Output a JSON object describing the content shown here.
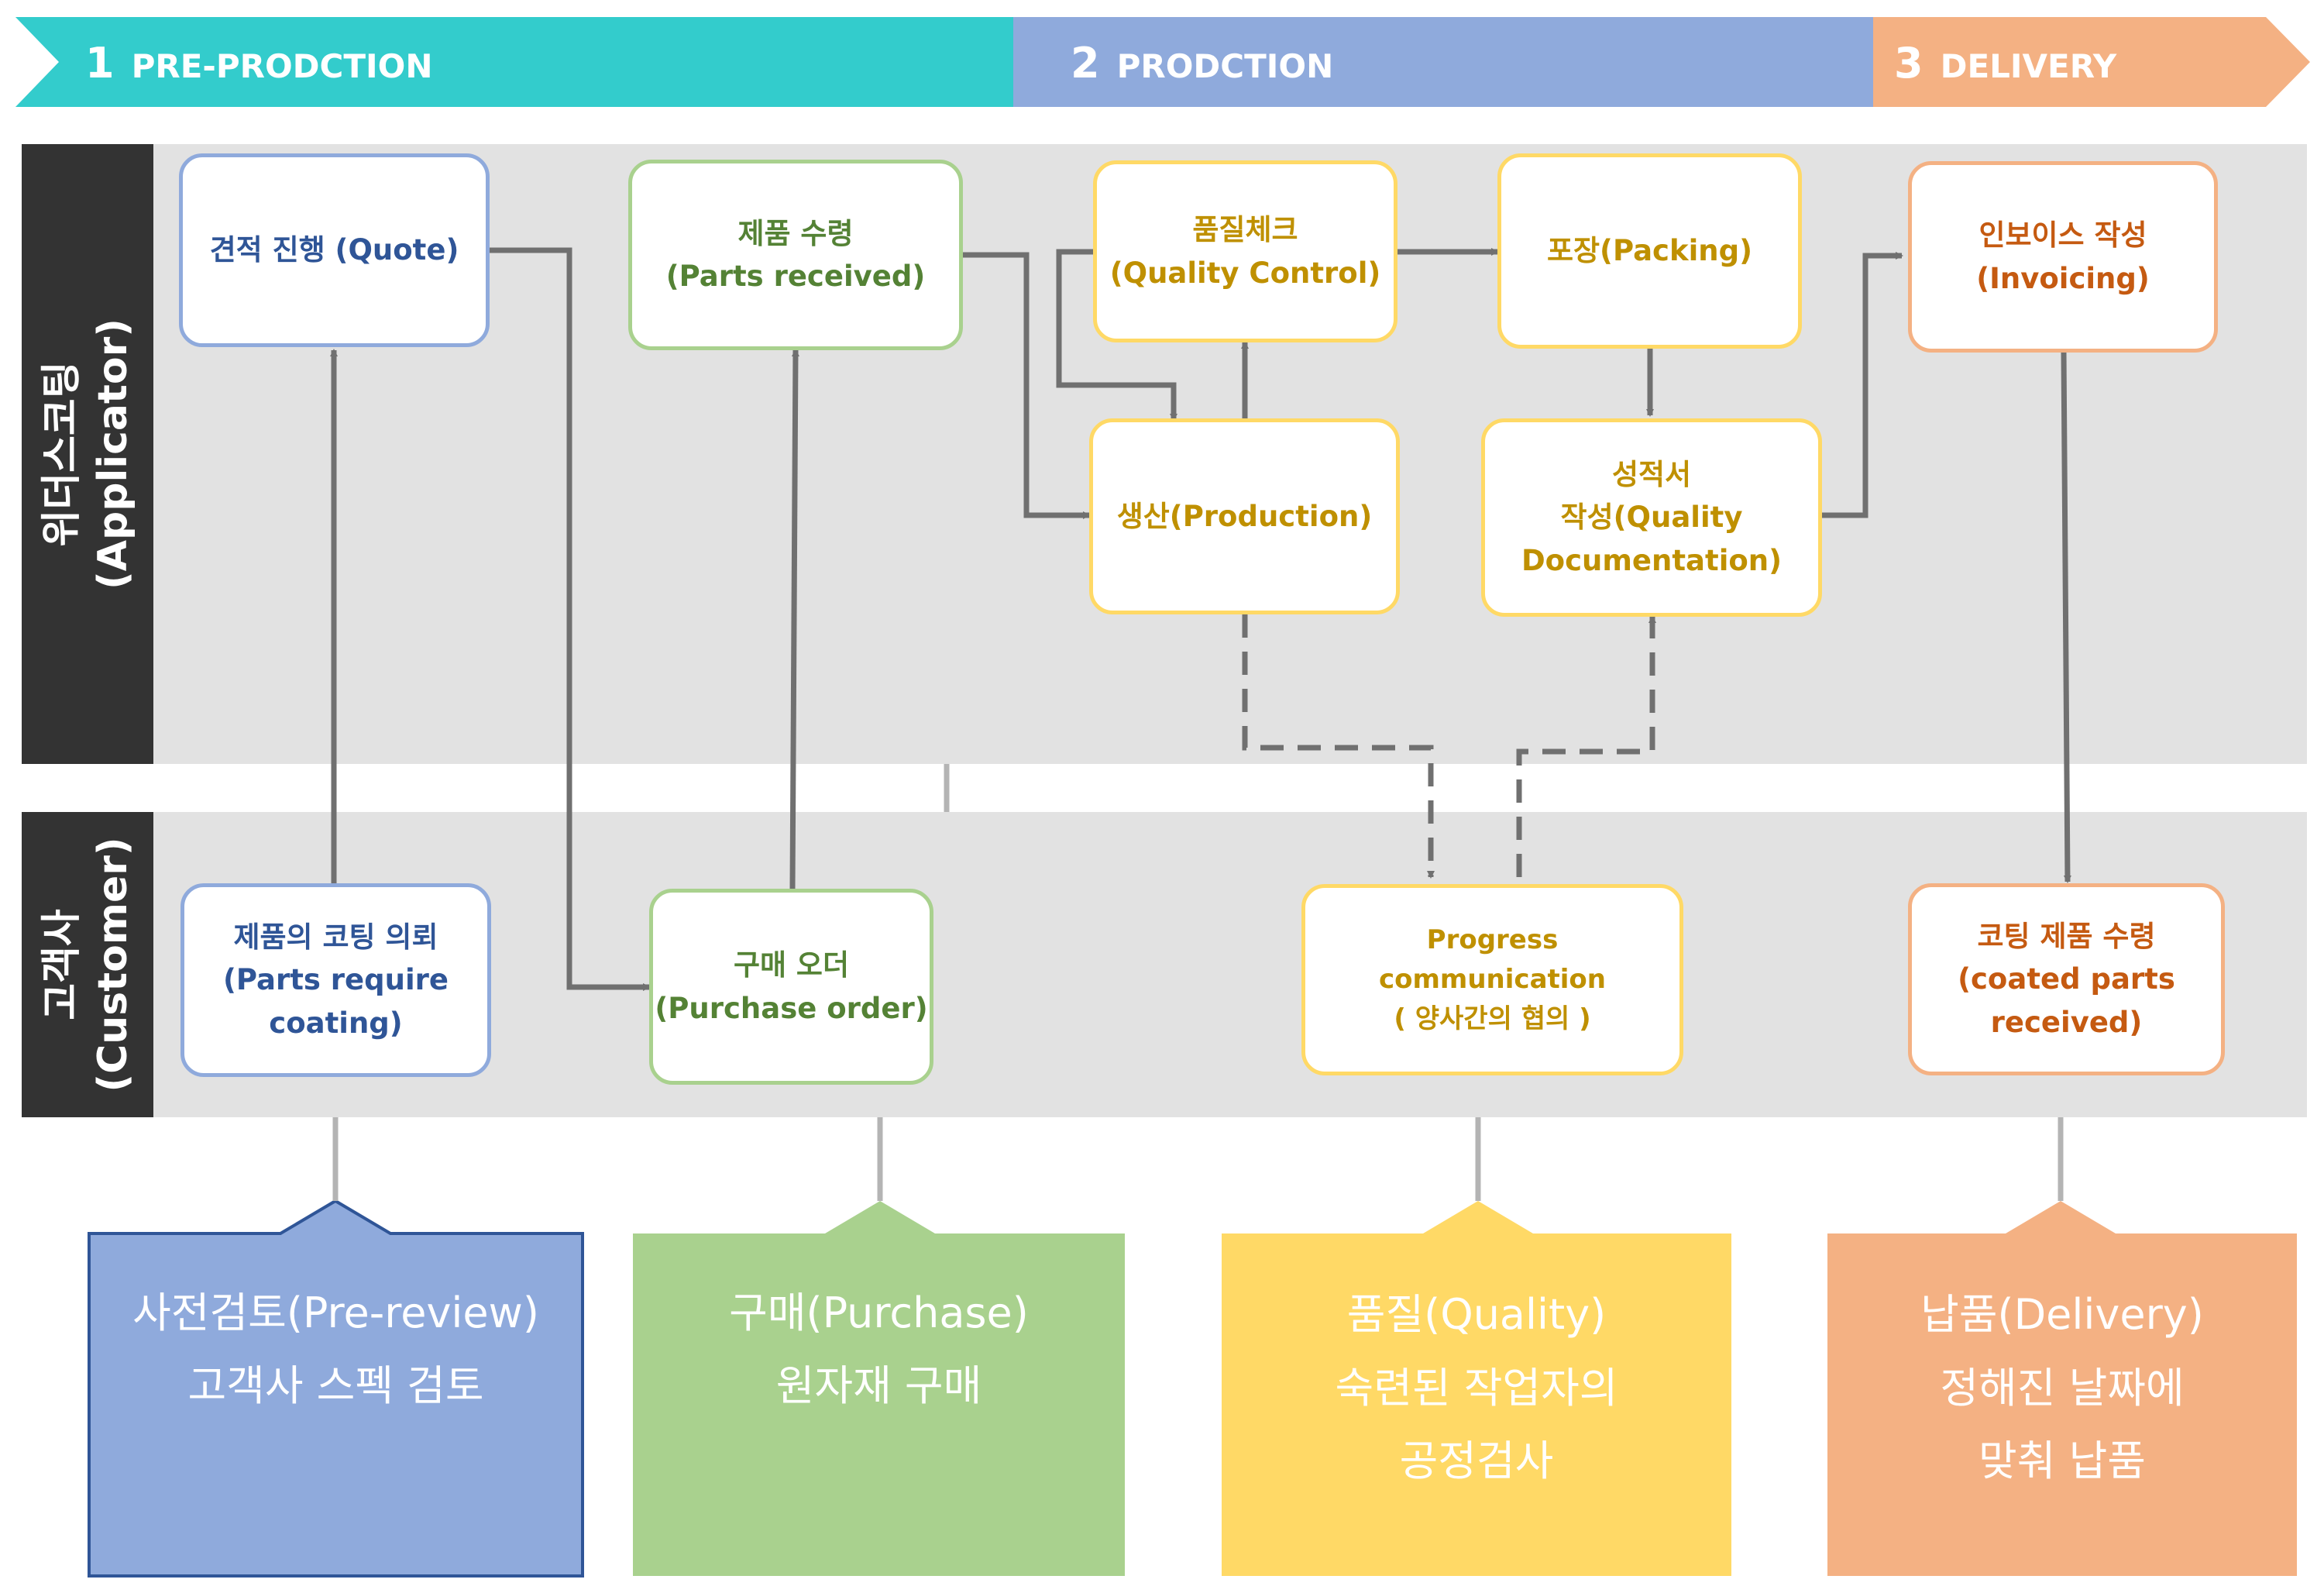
{
  "colors": {
    "teal": "#33cccc",
    "blue": "#8faadc",
    "green": "#a9d18e",
    "yellow": "#ffd966",
    "orange": "#f4b183",
    "lane_bg": "#e2e2e2",
    "lane_head": "#333333",
    "arrow": "#707070",
    "arrow_light": "#b4b4b4"
  },
  "phases": [
    {
      "num": "1",
      "name": "PRE-PRODCTION"
    },
    {
      "num": "2",
      "name": "PRODCTION"
    },
    {
      "num": "3",
      "name": "DELIVERY"
    }
  ],
  "lanes": {
    "applicator": {
      "line1": "위더스코팅",
      "line2": "(Applicator)"
    },
    "customer": {
      "line1": "고객사",
      "line2": "(Customer)"
    }
  },
  "boxes": {
    "quote": {
      "line1": "견적 진행 (Quote)"
    },
    "parts_received": {
      "line1": "제품 수령",
      "line2": "(Parts received)"
    },
    "quality_control": {
      "line1": "품질체크",
      "line2": "(Quality Control)"
    },
    "packing": {
      "line1": "포장(Packing)"
    },
    "invoicing": {
      "line1": "인보이스 작성",
      "line2": "(Invoicing)"
    },
    "production": {
      "line1": "생산(Production)"
    },
    "quality_doc": {
      "line1": "성적서",
      "line2": "작성(Quality",
      "line3": "Documentation)"
    },
    "parts_require": {
      "line1": "제품의 코팅 의뢰",
      "line2": "(Parts require",
      "line3": "coating)"
    },
    "purchase_order": {
      "line1": "구매 오더",
      "line2": "(Purchase order)"
    },
    "progress": {
      "line1": "Progress",
      "line2": "communication",
      "line3": "( 양사간의 협의 )"
    },
    "coated_received": {
      "line1": "코팅 제품 수령",
      "line2": "(coated parts",
      "line3": "received)"
    }
  },
  "callouts": {
    "prereview": {
      "line1": "사전검토(Pre-review)",
      "line2": "고객사 스펙 검토"
    },
    "purchase": {
      "line1": "구매(Purchase)",
      "line2": "원자재 구매"
    },
    "quality": {
      "line1": "품질(Quality)",
      "line2": "숙련된 작업자의",
      "line3": "공정검사"
    },
    "delivery": {
      "line1": "납품(Delivery)",
      "line2": "정해진 날짜에",
      "line3": "맞춰 납품"
    }
  }
}
